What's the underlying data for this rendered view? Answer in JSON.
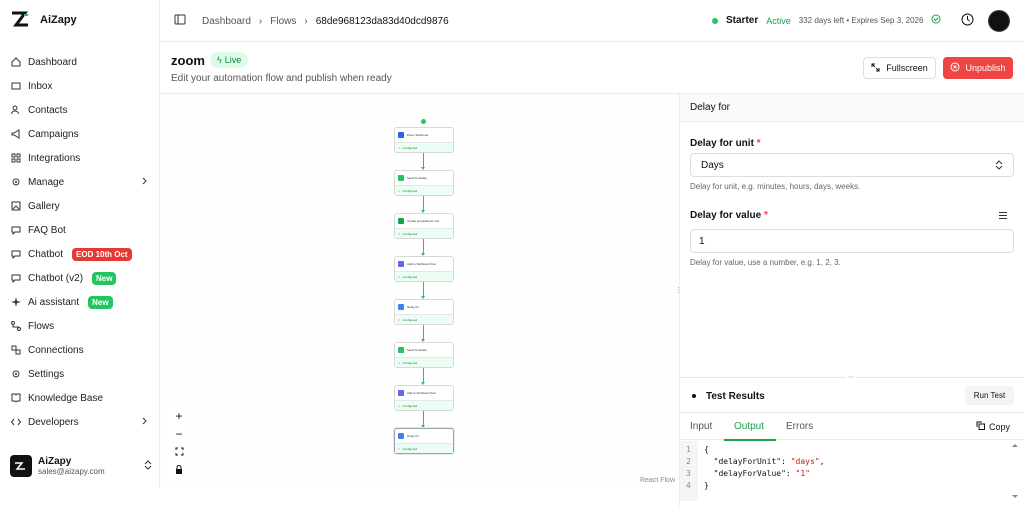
{
  "app": {
    "name": "AiZapy"
  },
  "sidebar": {
    "items": [
      {
        "label": "Dashboard",
        "icon": "home-icon"
      },
      {
        "label": "Inbox",
        "icon": "inbox-icon"
      },
      {
        "label": "Contacts",
        "icon": "users-icon"
      },
      {
        "label": "Campaigns",
        "icon": "megaphone-icon"
      },
      {
        "label": "Integrations",
        "icon": "grid-icon"
      },
      {
        "label": "Manage",
        "icon": "gear-icon"
      },
      {
        "label": "Gallery",
        "icon": "image-icon"
      },
      {
        "label": "FAQ Bot",
        "icon": "chat-icon"
      },
      {
        "label": "Chatbot",
        "icon": "chat-icon",
        "badge": "EOD 10th Oct"
      },
      {
        "label": "Chatbot (v2)",
        "icon": "chat-icon",
        "badge": "New"
      },
      {
        "label": "Ai assistant",
        "icon": "sparkle-icon",
        "badge": "New"
      },
      {
        "label": "Flows",
        "icon": "flow-icon"
      },
      {
        "label": "Connections",
        "icon": "link-icon"
      },
      {
        "label": "Settings",
        "icon": "gear-icon"
      },
      {
        "label": "Knowledge Base",
        "icon": "book-icon"
      },
      {
        "label": "Developers",
        "icon": "code-icon"
      }
    ],
    "account": {
      "name": "AiZapy",
      "email": "sales@aizapy.com"
    }
  },
  "header": {
    "breadcrumb": [
      "Dashboard",
      "Flows",
      "68de968123da83d40dcd9876"
    ],
    "plan": {
      "name": "Starter",
      "status": "Active",
      "days": "332 days left • Expires Sep 3, 2026"
    }
  },
  "page": {
    "title": "zoom",
    "status": "Live",
    "subtitle": "Edit your automation flow and publish when ready",
    "fullscreen_label": "Fullscreen",
    "unpublish_label": "Unpublish"
  },
  "canvas": {
    "nodes": [
      {
        "title": "Zoom Webhook",
        "status": "Configured",
        "color": "#2563eb"
      },
      {
        "title": "Send Template",
        "status": "Configured",
        "color": "#22c55e"
      },
      {
        "title": "Create spreadsheet row",
        "status": "Configured",
        "color": "#16a34a"
      },
      {
        "title": "Add to Subflows Flow",
        "status": "Configured",
        "color": "#6366f1"
      },
      {
        "title": "Delay for",
        "status": "Configured",
        "color": "#3b82f6"
      },
      {
        "title": "Send Template",
        "status": "Configured",
        "color": "#22c55e"
      },
      {
        "title": "Add to Subflows Flow",
        "status": "Configured",
        "color": "#6366f1"
      },
      {
        "title": "Delay for",
        "status": "Configured",
        "color": "#3b82f6"
      }
    ],
    "attribution": "React Flow"
  },
  "panel": {
    "title": "Delay for",
    "unit_label": "Delay for unit",
    "unit_value": "Days",
    "unit_help": "Delay for unit, e.g. minutes, hours, days, weeks.",
    "value_label": "Delay for value",
    "value_value": "1",
    "value_help": "Delay for value, use a number, e.g. 1, 2, 3.",
    "test_title": "Test Results",
    "run_label": "Run Test",
    "tabs": [
      "Input",
      "Output",
      "Errors"
    ],
    "copy_label": "Copy",
    "code_lines": [
      "1",
      "2",
      "3",
      "4"
    ]
  }
}
